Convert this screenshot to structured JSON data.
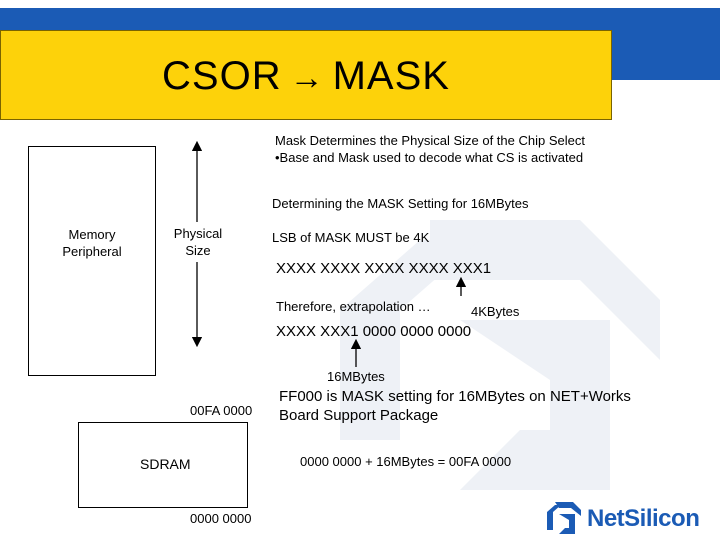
{
  "title": {
    "left": "CSOR",
    "arrow": "→",
    "right": "MASK"
  },
  "description": {
    "line1": "Mask Determines the Physical Size of the Chip Select",
    "line2": "•Base and Mask used to decode what CS is activated"
  },
  "diagram": {
    "memory_label_line1": "Memory",
    "memory_label_line2": "Peripheral",
    "physical_line1": "Physical",
    "physical_line2": "Size",
    "top_address": "00FA 0000",
    "sdram_label": "SDRAM",
    "base_address": "0000 0000"
  },
  "mask": {
    "heading": "Determining the MASK Setting for 16MBytes",
    "lsb_rule": "LSB of MASK MUST be 4K",
    "bits_4k": "XXXX XXXX XXXX XXXX XXX1",
    "extrapolation": "Therefore, extrapolation …",
    "label_4k": "4KBytes",
    "bits_16m": "XXXX XXX1 0000 0000 0000",
    "label_16m": "16MBytes",
    "result_line1": "FF000 is MASK setting for 16MBytes on NET+Works",
    "result_line2": "Board Support Package",
    "sum": "0000 0000 + 16MBytes = 00FA 0000"
  },
  "logo": {
    "name": "NetSilicon",
    "icon": "netsilicon-logo-icon"
  },
  "colors": {
    "title_background": "#fdd20a",
    "header_bar": "#1b5bb5",
    "logo_blue": "#1b5bb5"
  }
}
